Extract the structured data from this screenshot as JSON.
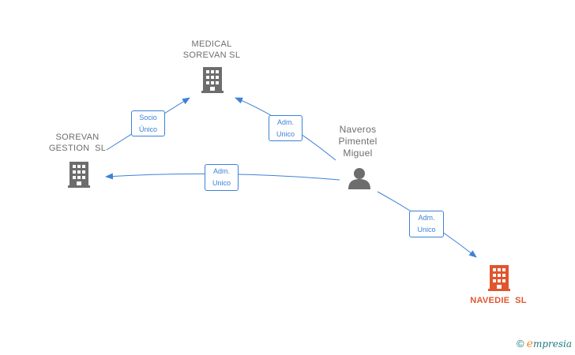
{
  "colors": {
    "accent": "#3d82d6",
    "company": "#6d6d6d",
    "focus_company": "#e0562e",
    "label_text": "#6d6d6d",
    "footer": "#1e7a7e",
    "footer_brand_e": "#f08a24"
  },
  "nodes": {
    "medical": {
      "line1": "MEDICAL",
      "line2": "SOREVAN SL",
      "icon": "building-icon"
    },
    "sorevan_gestion": {
      "line1": "SOREVAN",
      "line2": "GESTION  SL",
      "icon": "building-icon"
    },
    "naveros": {
      "line1": "Naveros",
      "line2": "Pimentel",
      "line3": "Miguel",
      "icon": "person-icon"
    },
    "navedie": {
      "line1": "NAVEDIE  SL",
      "icon": "building-icon"
    }
  },
  "edges": {
    "socio": {
      "line1": "Socio",
      "line2": "Único"
    },
    "adm_medical": {
      "line1": "Adm.",
      "line2": "Unico"
    },
    "adm_gestion": {
      "line1": "Adm.",
      "line2": "Unico"
    },
    "adm_navedie": {
      "line1": "Adm.",
      "line2": "Unico"
    }
  },
  "footer": {
    "copyright": "©",
    "brand_e": "e",
    "brand_rest": "mpresia"
  }
}
